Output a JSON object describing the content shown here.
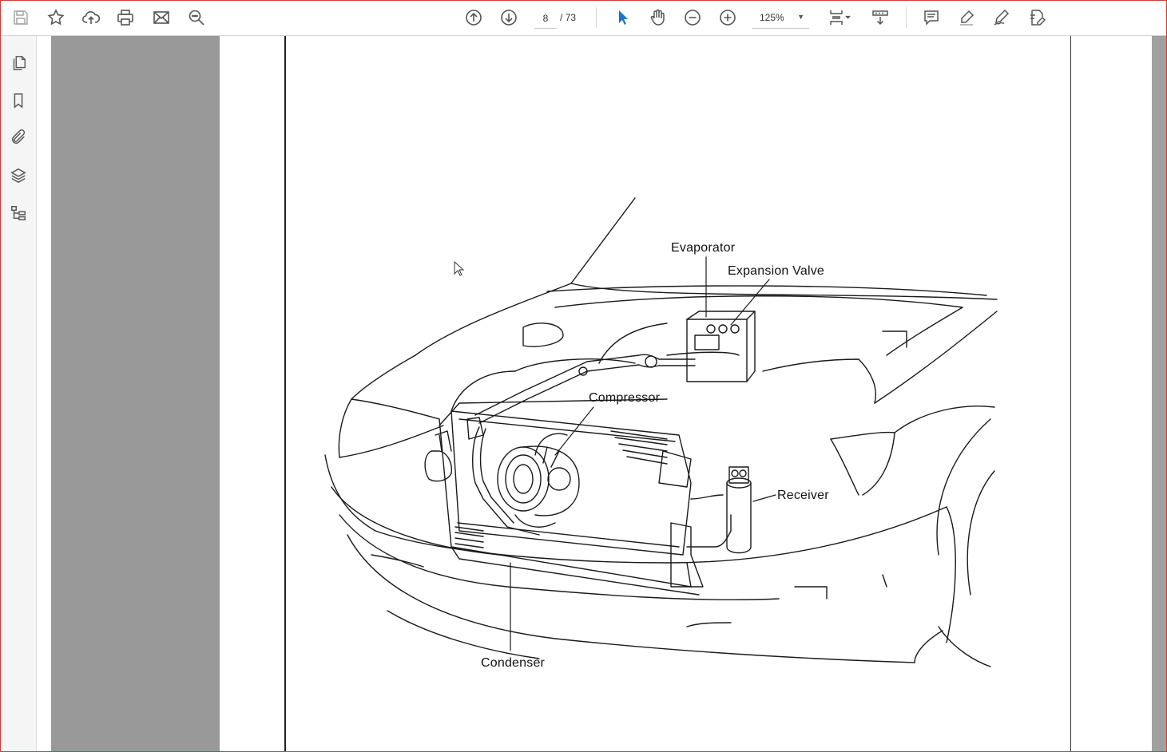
{
  "toolbar": {
    "left_icons": [
      "save-icon",
      "bookmark-star-icon",
      "upload-cloud-icon",
      "print-icon",
      "email-icon",
      "zoom-search-icon"
    ],
    "page_current": "8",
    "page_separator": "/",
    "page_total": "73",
    "zoom": "125%",
    "right_icons": [
      "select-pointer-icon",
      "hand-pan-icon",
      "zoom-out-icon",
      "zoom-in-icon",
      "fit-page-icon",
      "read-mode-icon",
      "comment-icon",
      "highlight-pen-icon",
      "sign-icon",
      "edit-document-icon"
    ],
    "accent": "#1a73c8"
  },
  "sidebar": {
    "icons": [
      "pages-icon",
      "bookmarks-icon",
      "attachments-icon",
      "layers-icon",
      "structure-icon"
    ]
  },
  "diagram": {
    "labels": {
      "evaporator": "Evaporator",
      "expansion_valve": "Expansion Valve",
      "compressor": "Compressor",
      "receiver": "Receiver",
      "condenser": "Condenser"
    }
  },
  "colors": {
    "doc_gray": "#999999",
    "frame_border": "#d23a3a"
  }
}
